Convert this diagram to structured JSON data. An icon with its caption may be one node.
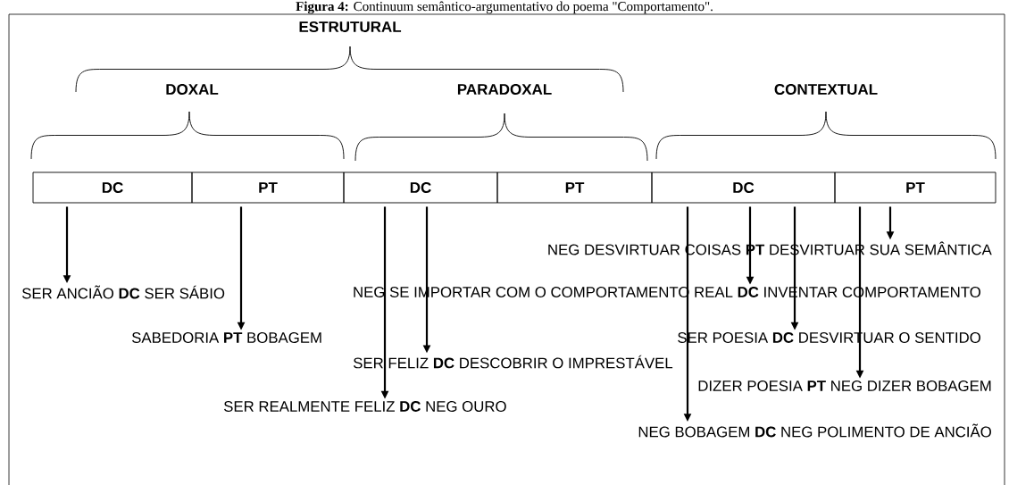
{
  "diagram": {
    "title": "**Figura 4:** Continuum semântico-argumentativo do poema \"Comportamento\".",
    "nodes": [
      {
        "text": [
          "DC"
        ]
      },
      {
        "text": [
          "PT"
        ]
      },
      {
        "text": [
          "DC"
        ]
      },
      {
        "text": [
          "PT"
        ]
      },
      {
        "text": [
          "DC"
        ]
      },
      {
        "text": [
          "PT"
        ]
      },
      {
        "text": [
          "NEG DESVIRTUAR COISAS **PT** DESVIRTUAR SUA SEMÂNTICA"
        ]
      },
      {
        "text": [
          "SER ANCIÃO **DC** SER SÁBIO"
        ]
      },
      {
        "text": [
          "NEG SE IMPORTAR COM O COMPORTAMENTO REAL **DC** INVENTAR COMPORTAMENTO"
        ]
      },
      {
        "text": [
          "SABEDORIA **PT** BOBAGEM"
        ]
      },
      {
        "text": [
          "SER POESIA **DC** DESVIRTUAR O SENTIDO"
        ]
      },
      {
        "text": [
          "SER FELIZ **DC** DESCOBRIR O IMPRESTÁVEL"
        ]
      },
      {
        "text": [
          "DIZER POESIA **PT** NEG DIZER BOBAGEM"
        ]
      },
      {
        "text": [
          "SER REALMENTE FELIZ **DC** NEG OURO"
        ]
      },
      {
        "text": [
          "NEG BOBAGEM **DC** NEG POLIMENTO DE ANCIÃO"
        ]
      }
    ],
    "edges": [
      {
        "from": 0,
        "to": 7,
        "arrow": "to"
      },
      {
        "from": 1,
        "to": 9,
        "arrow": "to"
      },
      {
        "from": 2,
        "to": 13,
        "arrow": "to"
      },
      {
        "from": 2,
        "to": 11,
        "arrow": "to"
      },
      {
        "from": 4,
        "to": 14,
        "arrow": "to"
      },
      {
        "from": 4,
        "to": 8,
        "arrow": "to"
      },
      {
        "from": 4,
        "to": 10,
        "arrow": "to"
      },
      {
        "from": 5,
        "to": 12,
        "arrow": "to"
      },
      {
        "from": 5,
        "to": 6,
        "arrow": "to"
      }
    ],
    "labels": [
      "ESTRUTURAL",
      "DOXAL",
      "PARADOXAL",
      "CONTEXTUAL"
    ]
  }
}
